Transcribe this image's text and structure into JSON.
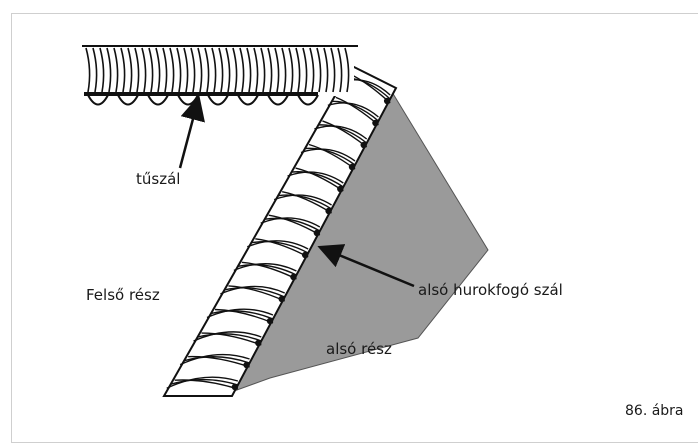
{
  "labels": {
    "needle_thread": "tűszál",
    "upper_part": "Felső rész",
    "lower_looper_thread": "alsó hurokfogó szál",
    "lower_part": "alsó rész",
    "figure_caption": "86. ábra"
  },
  "colors": {
    "fabric_lower": "#9a9a9a",
    "thread_ink": "#111111",
    "thread_fill": "#ffffff"
  }
}
